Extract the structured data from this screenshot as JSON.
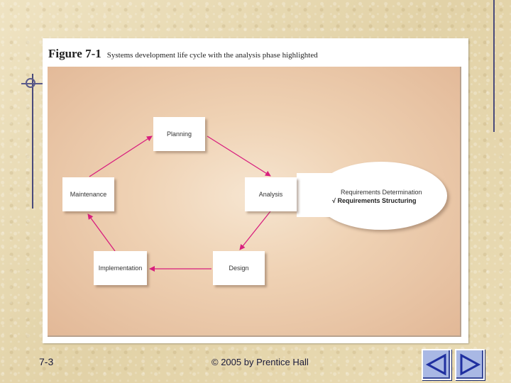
{
  "figure": {
    "number": "Figure 7-1",
    "caption": "Systems development life cycle with the analysis phase highlighted"
  },
  "phases": {
    "planning": "Planning",
    "analysis": "Analysis",
    "design": "Design",
    "implementation": "Implementation",
    "maintenance": "Maintenance"
  },
  "analysis_detail": {
    "item1": "Requirements Determination",
    "item2": "√ Requirements Structuring"
  },
  "footer": {
    "slide_number": "7-3",
    "copyright": "© 2005 by Prentice Hall"
  },
  "nav": {
    "prev_icon": "prev-triangle-icon",
    "next_icon": "next-triangle-icon"
  },
  "colors": {
    "arrow": "#d81f7e",
    "nav_button": "#a9b8e4",
    "nav_icon": "#1f2fa0"
  }
}
